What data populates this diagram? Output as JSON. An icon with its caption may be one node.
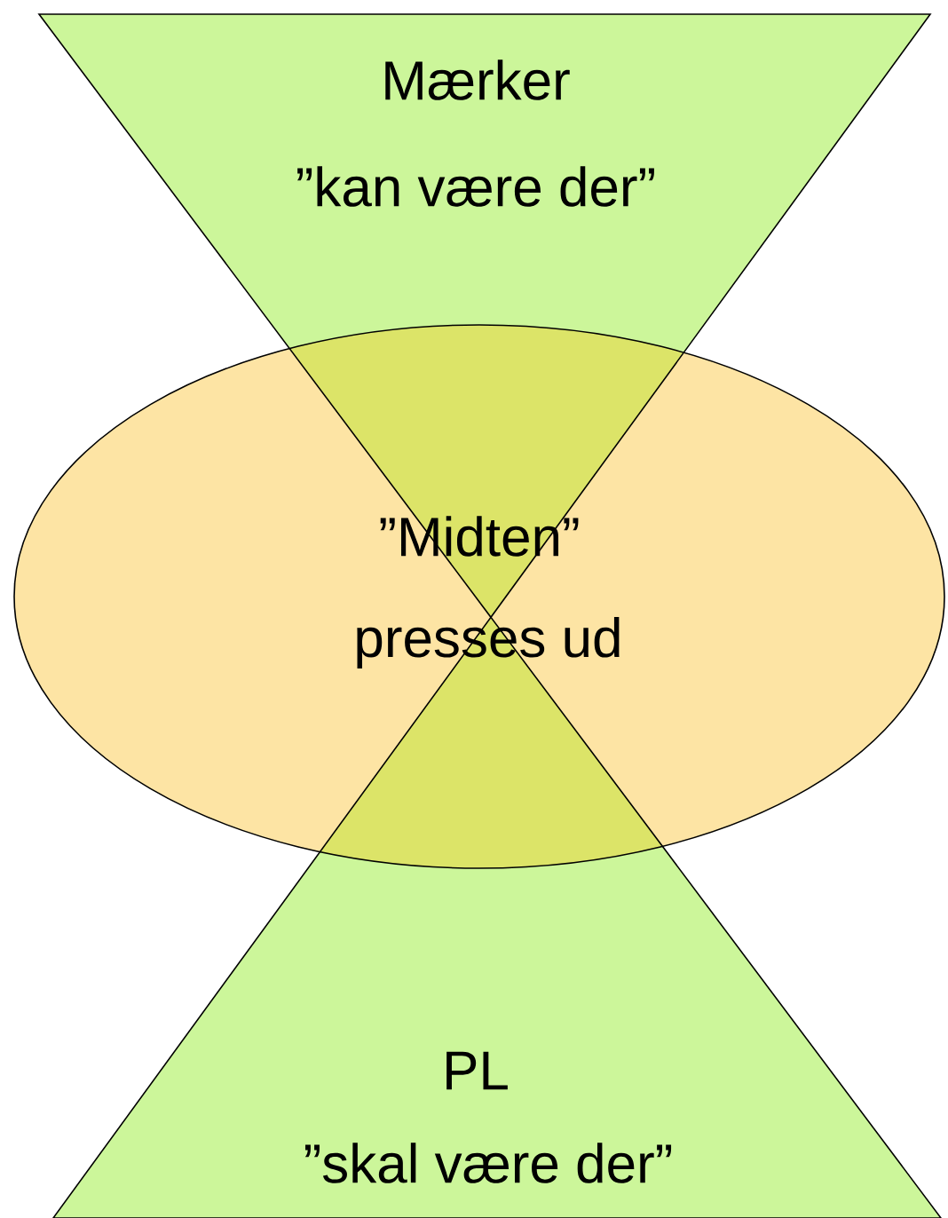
{
  "diagram": {
    "nodes": [
      {
        "text": [
          "Mærker",
          "”kan være der”"
        ]
      },
      {
        "text": [
          "”Midten”",
          "presses ud"
        ]
      },
      {
        "text": [
          "PL",
          "”skal være der”"
        ]
      }
    ]
  }
}
